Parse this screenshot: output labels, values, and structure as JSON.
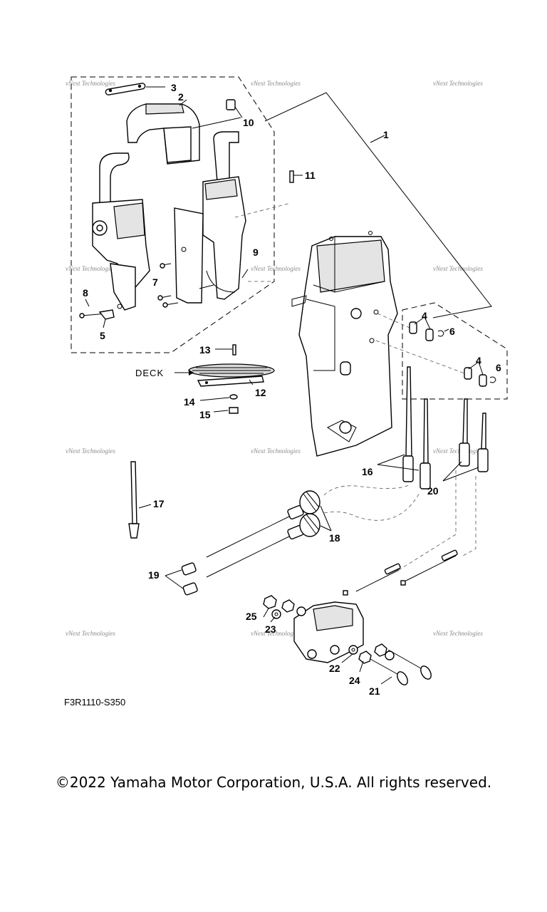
{
  "callouts": [
    {
      "id": "c1",
      "label": "1"
    },
    {
      "id": "c2",
      "label": "2"
    },
    {
      "id": "c3",
      "label": "3"
    },
    {
      "id": "c4a",
      "label": "4"
    },
    {
      "id": "c4b",
      "label": "4"
    },
    {
      "id": "c5",
      "label": "5"
    },
    {
      "id": "c6a",
      "label": "6"
    },
    {
      "id": "c6b",
      "label": "6"
    },
    {
      "id": "c7",
      "label": "7"
    },
    {
      "id": "c8",
      "label": "8"
    },
    {
      "id": "c9",
      "label": "9"
    },
    {
      "id": "c10",
      "label": "10"
    },
    {
      "id": "c11",
      "label": "11"
    },
    {
      "id": "c12",
      "label": "12"
    },
    {
      "id": "c13",
      "label": "13"
    },
    {
      "id": "c14",
      "label": "14"
    },
    {
      "id": "c15",
      "label": "15"
    },
    {
      "id": "c16",
      "label": "16"
    },
    {
      "id": "c17",
      "label": "17"
    },
    {
      "id": "c18",
      "label": "18"
    },
    {
      "id": "c19",
      "label": "19"
    },
    {
      "id": "c20",
      "label": "20"
    },
    {
      "id": "c21",
      "label": "21"
    },
    {
      "id": "c22",
      "label": "22"
    },
    {
      "id": "c23",
      "label": "23"
    },
    {
      "id": "c24",
      "label": "24"
    },
    {
      "id": "c25",
      "label": "25"
    }
  ],
  "deck_label": "DECK",
  "watermark": "vNext Technologies",
  "diagram_code": "F3R1110-S350",
  "copyright": "©2022 Yamaha Motor Corporation, U.S.A. All rights reserved."
}
